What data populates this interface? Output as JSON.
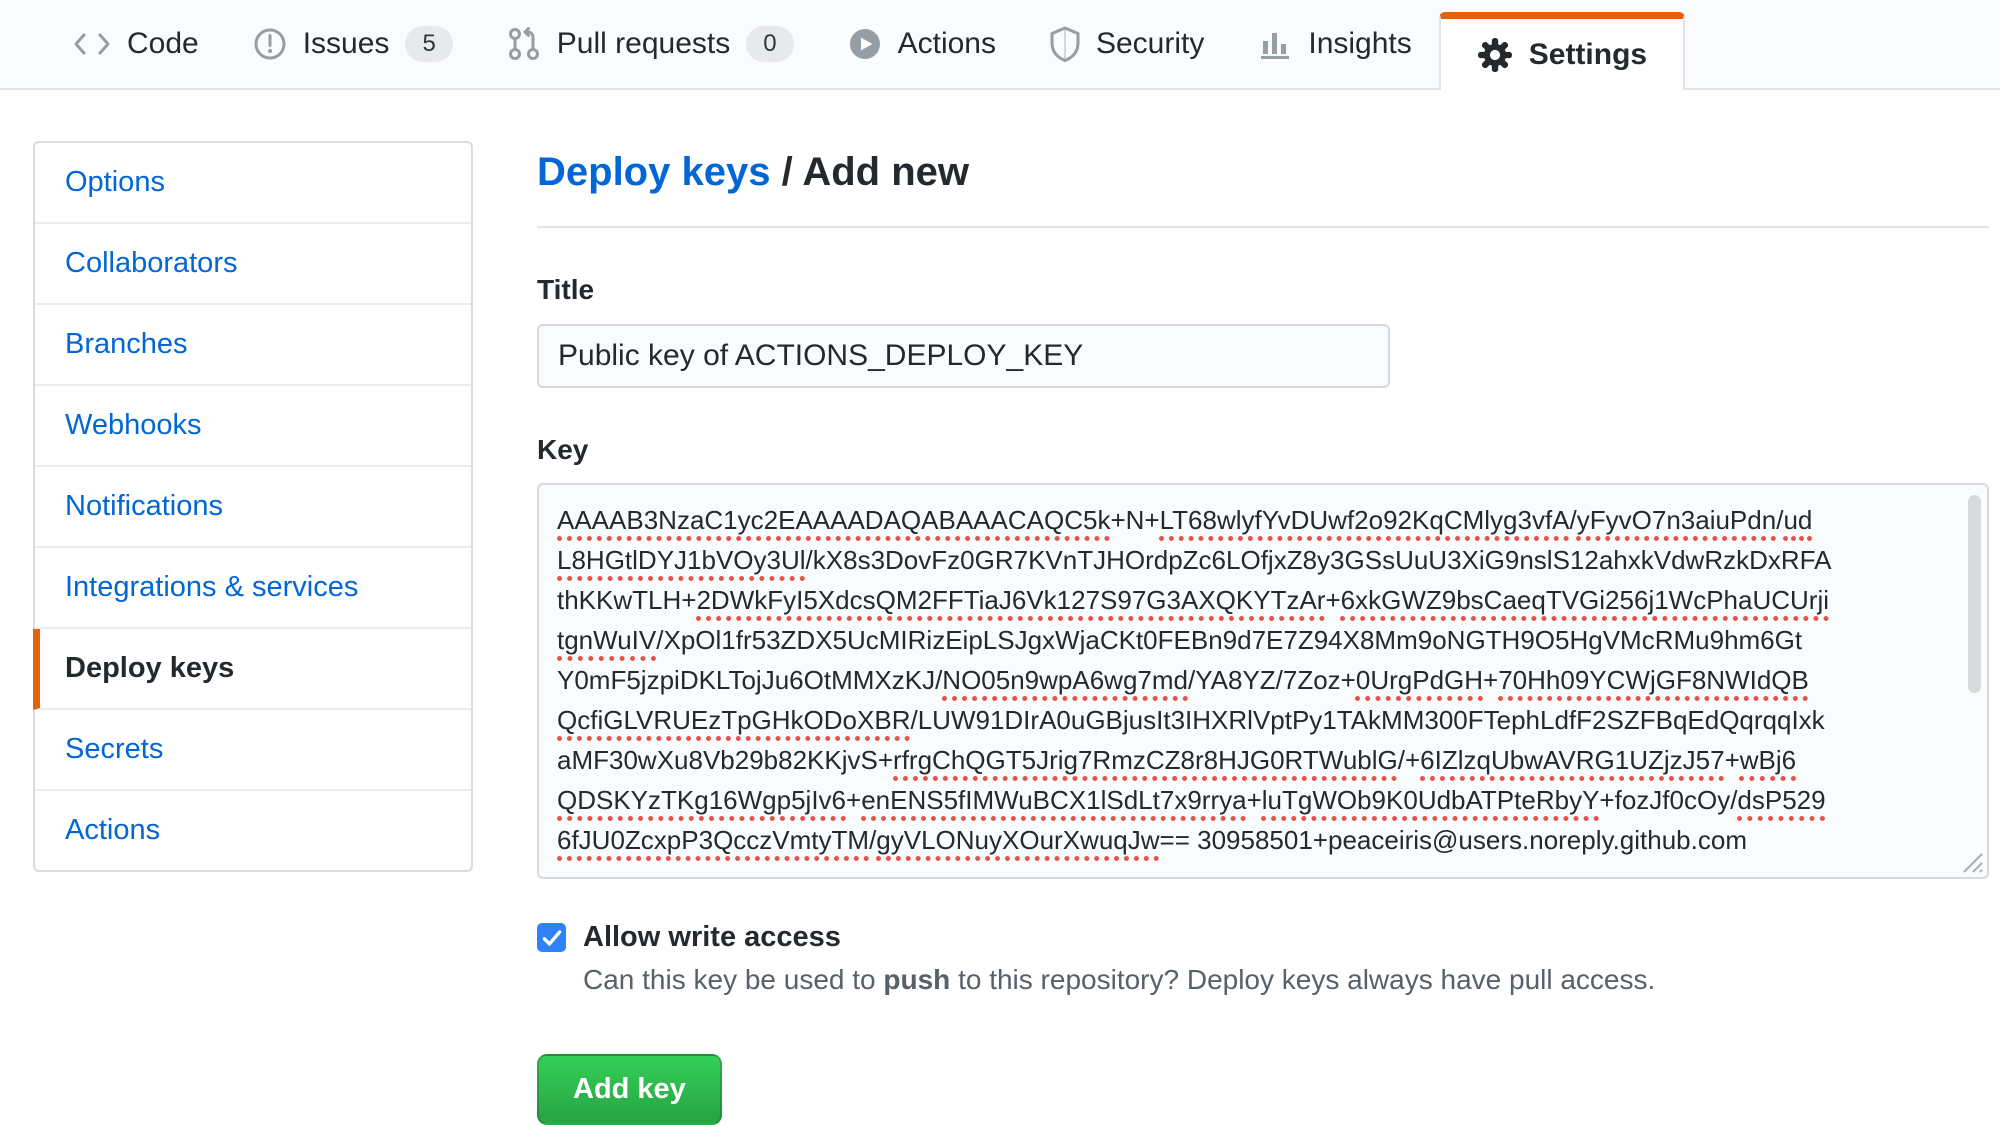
{
  "nav": {
    "tabs": [
      {
        "id": "code",
        "label": "Code"
      },
      {
        "id": "issues",
        "label": "Issues",
        "count": "5"
      },
      {
        "id": "pull-requests",
        "label": "Pull requests",
        "count": "0"
      },
      {
        "id": "actions",
        "label": "Actions"
      },
      {
        "id": "security",
        "label": "Security"
      },
      {
        "id": "insights",
        "label": "Insights"
      },
      {
        "id": "settings",
        "label": "Settings",
        "active": true
      }
    ]
  },
  "sidebar": {
    "items": [
      {
        "label": "Options"
      },
      {
        "label": "Collaborators"
      },
      {
        "label": "Branches"
      },
      {
        "label": "Webhooks"
      },
      {
        "label": "Notifications"
      },
      {
        "label": "Integrations & services"
      },
      {
        "label": "Deploy keys",
        "active": true
      },
      {
        "label": "Secrets"
      },
      {
        "label": "Actions"
      }
    ]
  },
  "main": {
    "breadcrumb": {
      "parent": "Deploy keys",
      "separator": " / ",
      "current": "Add new"
    },
    "form": {
      "title_label": "Title",
      "title_value": "Public key of ACTIONS_DEPLOY_KEY",
      "key_label": "Key",
      "key_lines": [
        [
          {
            "t": "AAAAB3NzaC1yc2EAAAADAQABAAACAQC5k",
            "u": true
          },
          {
            "t": "+N+",
            "u": false
          },
          {
            "t": "LT68wlyfYvDUwf2o92KqCMlyg3vfA",
            "u": true
          },
          {
            "t": "/",
            "u": false
          },
          {
            "t": "yFyvO7n3aiuPdn",
            "u": true
          },
          {
            "t": "/",
            "u": false
          },
          {
            "t": "ud",
            "u": true
          }
        ],
        [
          {
            "t": "L8HGtlDYJ1bVOy3Ul",
            "u": true
          },
          {
            "t": "/kX8s3DovFz0GR7KVnTJHOrdpZc6LOfjxZ8y3GSsUuU3XiG9nslS12ahxkVdwRzkDxRFA",
            "u": false
          }
        ],
        [
          {
            "t": "thKKwTLH+",
            "u": false
          },
          {
            "t": "2DWkFyI5XdcsQM2FFTiaJ6Vk127S97G3AXQKYTzAr",
            "u": true
          },
          {
            "t": "+",
            "u": false
          },
          {
            "t": "6xkGWZ9bsCaeqTVGi256j1WcPhaUCUrji",
            "u": true
          }
        ],
        [
          {
            "t": "tgnWuIV",
            "u": true
          },
          {
            "t": "/XpOl1fr53ZDX5UcMIRizEipLSJgxWjaCKt0FEBn9d7E7Z94X8Mm9oNGTH9O5HgVMcRMu9hm6Gt",
            "u": false
          }
        ],
        [
          {
            "t": "Y0mF5jzpiDKLTojJu6OtMMXzKJ/",
            "u": false
          },
          {
            "t": "NO05n9wpA6wg7md",
            "u": true
          },
          {
            "t": "/YA8YZ/7Zoz+",
            "u": false
          },
          {
            "t": "0UrgPdGH",
            "u": true
          },
          {
            "t": "+",
            "u": false
          },
          {
            "t": "70Hh09YCWjGF8NWIdQB",
            "u": true
          }
        ],
        [
          {
            "t": "QcfiGLVRUEzTpGHkODoXBR",
            "u": true
          },
          {
            "t": "/LUW91DIrA0uGBjusIt3IHXRlVptPy1TAkMM300FTephLdfF2SZFBqEdQqrqqIxk",
            "u": false
          }
        ],
        [
          {
            "t": "aMF30wXu8Vb29b82KKjvS+",
            "u": false
          },
          {
            "t": "rfrgChQGT5Jrig7RmzCZ8r8HJG0RTWublG",
            "u": true
          },
          {
            "t": "/+",
            "u": false
          },
          {
            "t": "6IZlzqUbwAVRG1UZjzJ57",
            "u": true
          },
          {
            "t": "+",
            "u": false
          },
          {
            "t": "wBj6",
            "u": true
          }
        ],
        [
          {
            "t": "QDSKYzTKg16Wgp5jIv6",
            "u": true
          },
          {
            "t": "+",
            "u": false
          },
          {
            "t": "enENS5fIMWuBCX1lSdLt7x9rrya",
            "u": true
          },
          {
            "t": "+",
            "u": false
          },
          {
            "t": "luTgWOb9K0UdbATPteRbyY",
            "u": true
          },
          {
            "t": "+fozJf0cOy/",
            "u": false
          },
          {
            "t": "dsP529",
            "u": true
          }
        ],
        [
          {
            "t": "6fJU0ZcxpP3QcczVmtyTM",
            "u": true
          },
          {
            "t": "/",
            "u": false
          },
          {
            "t": "gyVLONuyXOurXwuqJw",
            "u": true
          },
          {
            "t": "== 30958501+peaceiris@users.noreply.github.com",
            "u": false
          }
        ]
      ],
      "allow_write_label": "Allow write access",
      "allow_write_checked": true,
      "help": {
        "before": "Can this key be used to ",
        "bold": "push",
        "after": " to this repository? Deploy keys always have pull access."
      },
      "submit_label": "Add key"
    }
  },
  "colors": {
    "accent_orange": "#e36209",
    "link_blue": "#0366d6",
    "button_green": "#28a745",
    "checkbox_blue": "#2f81f7",
    "squiggle_red": "#e5534b",
    "nav_bg": "#fafbfc"
  }
}
